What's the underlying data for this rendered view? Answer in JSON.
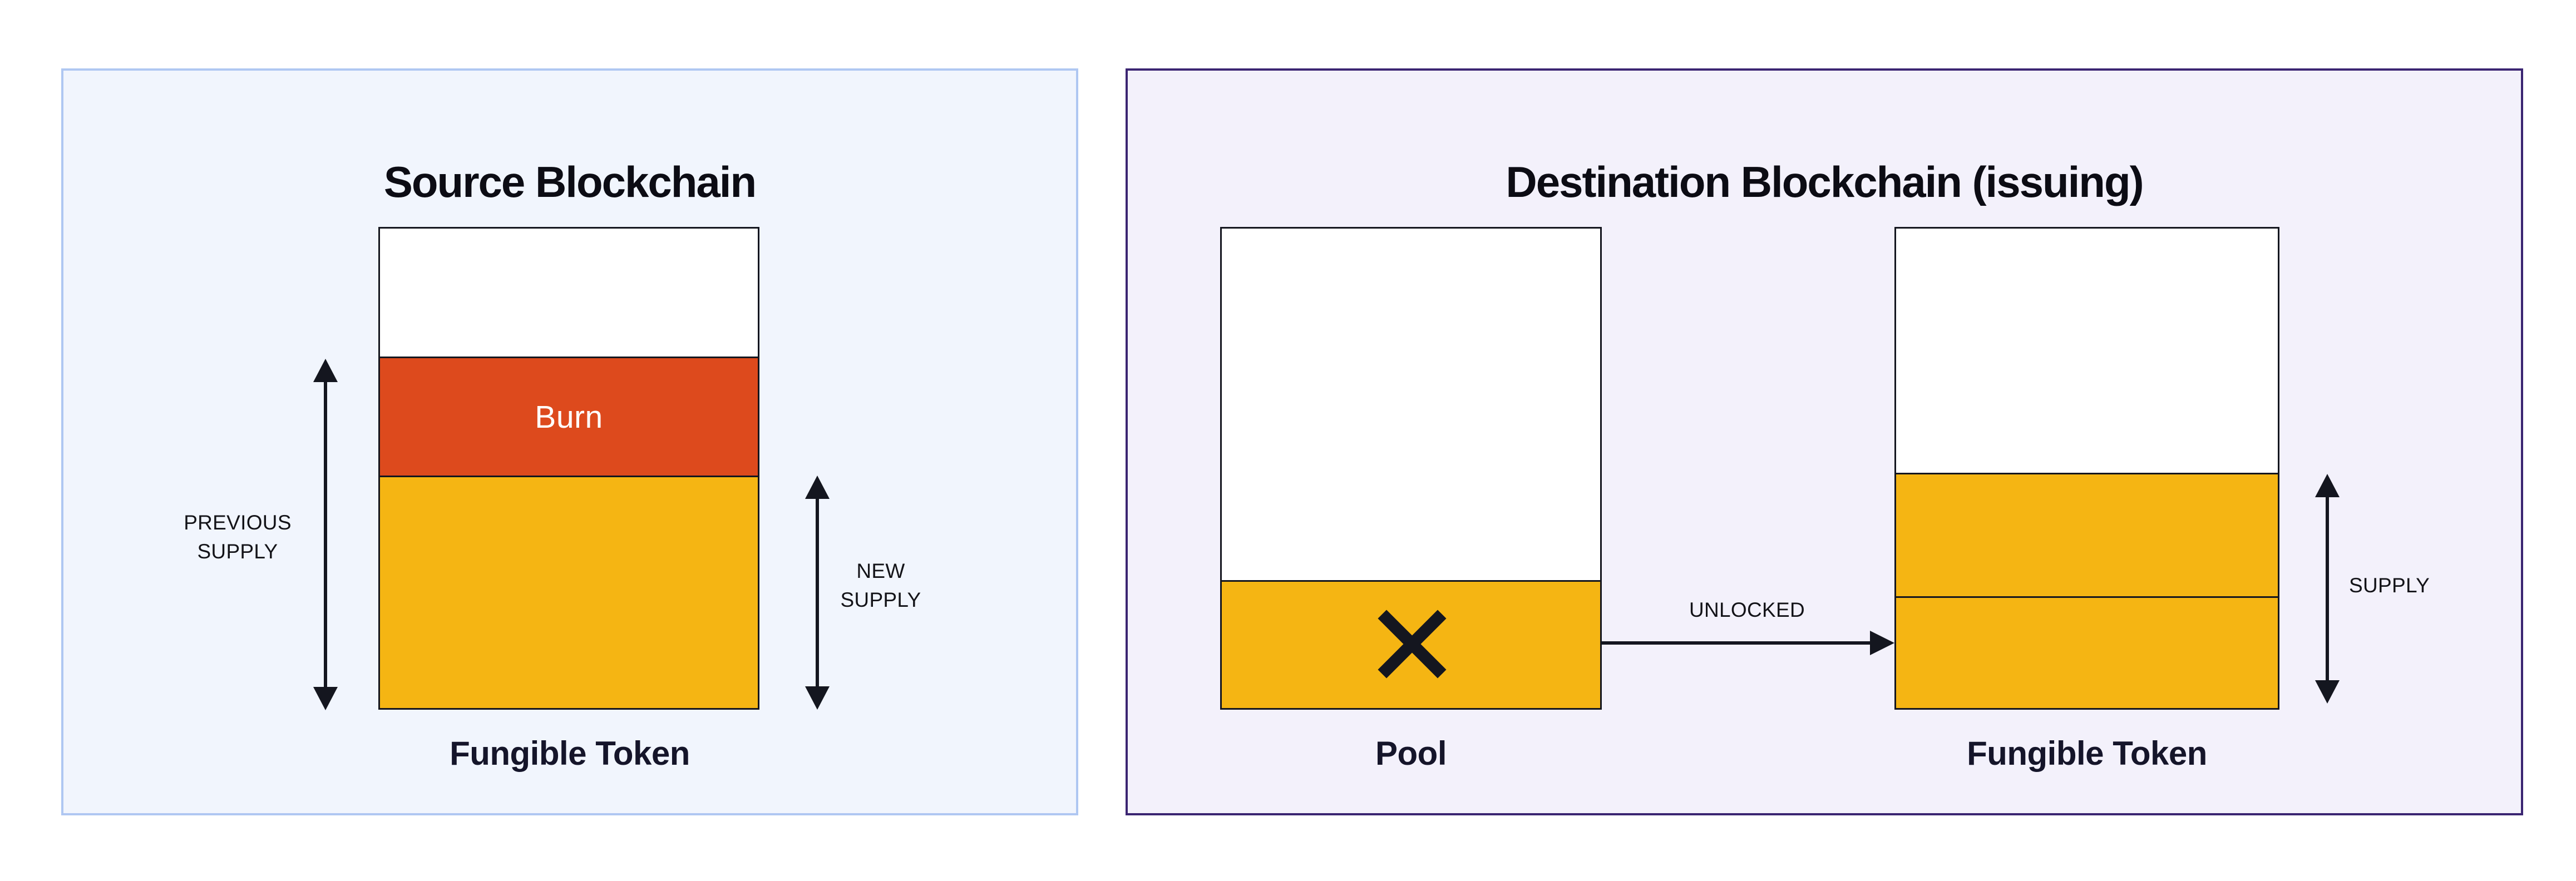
{
  "colors": {
    "page_bg": "#ffffff",
    "source_panel_bg": "#f1f5fd",
    "source_panel_border": "#afc7f2",
    "destination_panel_bg": "#f3f1fb",
    "destination_panel_border": "#3b2572",
    "burn_red": "#dd4a1d",
    "token_yellow": "#f5b513",
    "line_black": "#14161f",
    "title_text": "#0c0c14",
    "label_text": "#15152a",
    "annot_text": "#131318"
  },
  "source_panel": {
    "title": "Source Blockchain",
    "bar": {
      "label": "Fungible Token",
      "segments": [
        {
          "name": "unminted",
          "color": "#ffffff"
        },
        {
          "name": "burn",
          "label": "Burn",
          "color": "#dd4a1d"
        },
        {
          "name": "remaining-supply",
          "color": "#f5b513"
        }
      ]
    },
    "annotations": {
      "previous_supply": "PREVIOUS\nSUPPLY",
      "new_supply": "NEW\nSUPPLY"
    }
  },
  "destination_panel": {
    "title": "Destination Blockchain (issuing)",
    "pool": {
      "label": "Pool",
      "cross_icon": "✕"
    },
    "arrow_label": "UNLOCKED",
    "token_bar": {
      "label": "Fungible Token"
    },
    "annotations": {
      "supply": "SUPPLY"
    }
  }
}
